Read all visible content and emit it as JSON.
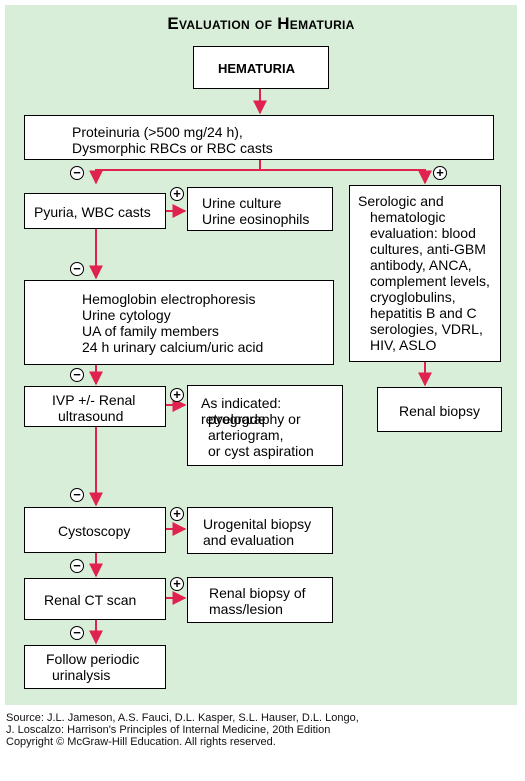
{
  "title": "Evaluation of Hematuria",
  "nodes": {
    "hematuria": [
      "HEMATURIA"
    ],
    "proteinuria": [
      "Proteinuria (>500 mg/24 h),",
      "Dysmorphic RBCs or RBC casts"
    ],
    "pyuria": [
      "Pyuria, WBC casts"
    ],
    "urine_culture": [
      "Urine culture",
      "Urine eosinophils"
    ],
    "serologic": [
      "Serologic and",
      "hematologic",
      "evaluation: blood",
      "cultures, anti-GBM",
      "antibody, ANCA,",
      "complement levels,",
      "cryoglobulins,",
      "hepatitis B and C",
      "serologies, VDRL,",
      "HIV, ASLO"
    ],
    "hemoglobin": [
      "Hemoglobin electrophoresis",
      "Urine cytology",
      "UA of family members",
      "24 h urinary calcium/uric acid"
    ],
    "ivp": [
      "IVP +/- Renal",
      "ultrasound"
    ],
    "as_indicated": [
      "As indicated: retrograde",
      "pyelography or",
      "arteriogram,",
      "or cyst aspiration"
    ],
    "renal_biopsy": [
      "Renal biopsy"
    ],
    "cystoscopy": [
      "Cystoscopy"
    ],
    "urogenital": [
      "Urogenital biopsy",
      "and evaluation"
    ],
    "renal_ct": [
      "Renal CT scan"
    ],
    "renal_biopsy_mass": [
      "Renal biopsy of",
      "mass/lesion"
    ],
    "follow": [
      "Follow periodic",
      "urinalysis"
    ]
  },
  "signs": {
    "negative": "−",
    "positive": "+"
  },
  "source": [
    "Source: J.L. Jameson, A.S. Fauci, D.L. Kasper, S.L. Hauser, D.L. Longo,",
    "J. Loscalzo: Harrison's Principles of Internal Medicine, 20th Edition",
    "Copyright © McGraw-Hill Education. All rights reserved."
  ],
  "colors": {
    "arrow": "#e0224e",
    "panel": "#d8eed9",
    "box": "#ffffff"
  }
}
